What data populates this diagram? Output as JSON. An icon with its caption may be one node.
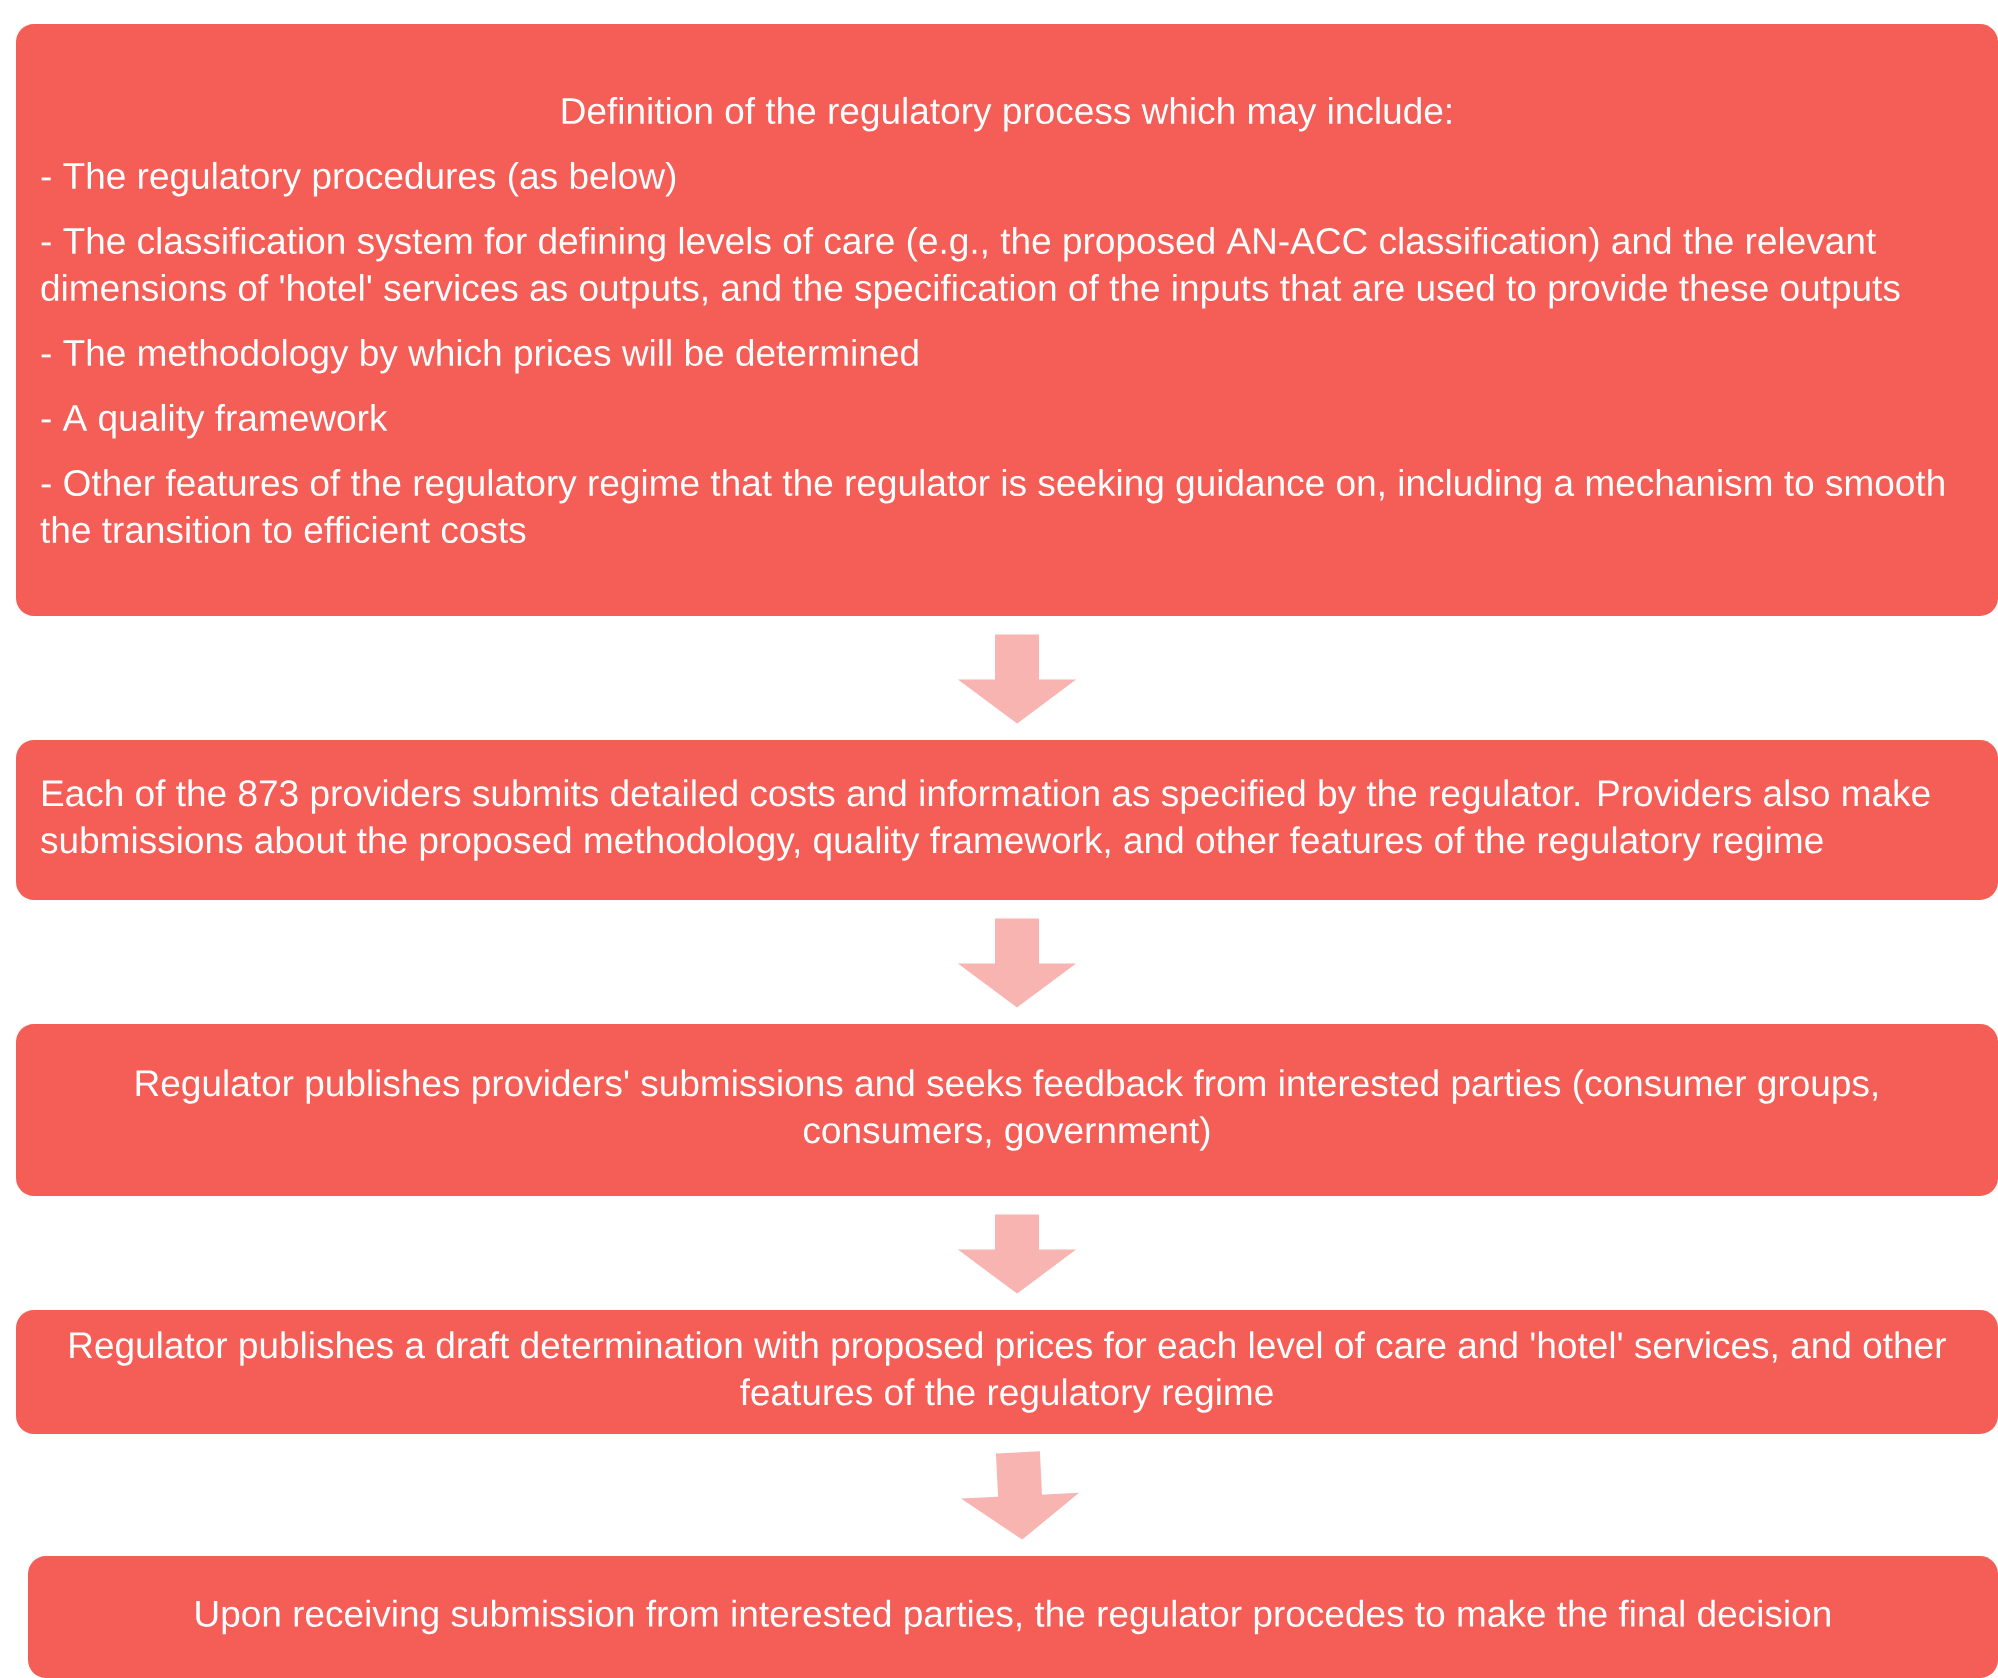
{
  "diagram": {
    "nodes": [
      {
        "text": [
          "Definition of the regulatory process which may include:",
          "- The regulatory procedures (as below)",
          "- The classification system for defining levels of care (e.g., the proposed AN-ACC classification) and the relevant dimensions of 'hotel' services as outputs, and the specification of the inputs that are used to provide these outputs",
          "- The methodology by which prices will be determined",
          "- A quality framework",
          "- Other features of the regulatory regime that the regulator is seeking guidance on, including a mechanism to smooth the transition to efficient costs"
        ]
      },
      {
        "text": [
          "Each of the 873 providers submits detailed costs and information as specified by the regulator. Providers also make submissions about the proposed methodology, quality framework, and other features of the regulatory regime"
        ]
      },
      {
        "text": [
          "Regulator publishes providers' submissions and seeks feedback from interested parties (consumer groups, consumers, government)"
        ]
      },
      {
        "text": [
          "Regulator publishes a draft determination with proposed prices for each level of care and 'hotel' services, and other features of the regulatory regime"
        ]
      },
      {
        "text": [
          "Upon receiving submission from interested parties, the regulator procedes to make the final decision"
        ]
      }
    ],
    "edges": [
      {
        "from": 0,
        "to": 1,
        "arrow": "to"
      },
      {
        "from": 1,
        "to": 2,
        "arrow": "to"
      },
      {
        "from": 2,
        "to": 3,
        "arrow": "to"
      },
      {
        "from": 3,
        "to": 4,
        "arrow": "to"
      }
    ]
  }
}
